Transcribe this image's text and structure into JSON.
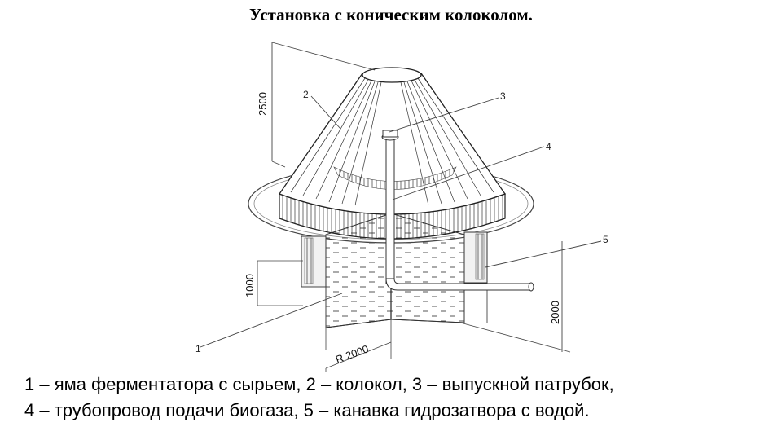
{
  "title": "Установка с коническим колоколом.",
  "labels": {
    "pit": "1",
    "bell": "2",
    "outlet": "3",
    "pipeline": "4",
    "channel": "5"
  },
  "dimensions": {
    "bell_height": "2500",
    "seal_depth": "1000",
    "pit_depth": "2000",
    "radius": "R 2000"
  },
  "caption": {
    "line1": "1 – яма ферментатора с сырьем, 2 – колокол, 3 – выпускной  патрубок,",
    "line2": "4 – трубопровод подачи биогаза, 5 – канавка гидрозатвора с водой."
  }
}
